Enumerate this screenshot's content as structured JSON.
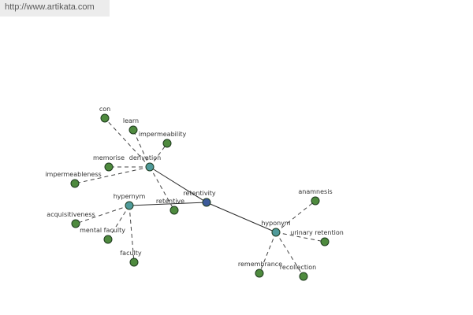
{
  "header": {
    "link_text": "http://www.artikata.com"
  },
  "colors": {
    "center_node": "#3c5a9a",
    "relation_node": "#4f9a9a",
    "term_node": "#4e8a3e",
    "node_stroke": "#1e3a1e",
    "solid_edge": "#2a2a2a",
    "dashed_edge": "#444444",
    "label_text": "#333333"
  },
  "graph": {
    "center": {
      "id": "retentivity",
      "label": "retentivity"
    },
    "relations": [
      {
        "id": "derivation",
        "label": "derivation"
      },
      {
        "id": "hypernym",
        "label": "hypernym"
      },
      {
        "id": "hyponym",
        "label": "hyponym"
      }
    ],
    "terms": [
      {
        "id": "con",
        "label": "con",
        "relation": "derivation"
      },
      {
        "id": "learn",
        "label": "learn",
        "relation": "derivation"
      },
      {
        "id": "impermeability",
        "label": "impermeability",
        "relation": "derivation"
      },
      {
        "id": "memorise",
        "label": "memorise",
        "relation": "derivation"
      },
      {
        "id": "impermeableness",
        "label": "impermeableness",
        "relation": "derivation"
      },
      {
        "id": "retentive",
        "label": "retentive",
        "relation": "derivation"
      },
      {
        "id": "acquisitiveness",
        "label": "acquisitiveness",
        "relation": "hypernym"
      },
      {
        "id": "mental_faculty",
        "label": "mental faculty",
        "relation": "hypernym"
      },
      {
        "id": "faculty",
        "label": "faculty",
        "relation": "hypernym"
      },
      {
        "id": "anamnesis",
        "label": "anamnesis",
        "relation": "hyponym"
      },
      {
        "id": "urinary_retention",
        "label": "urinary retention",
        "relation": "hyponym"
      },
      {
        "id": "remembrance",
        "label": "remembrance",
        "relation": "hyponym"
      },
      {
        "id": "recollection",
        "label": "recollection",
        "relation": "hyponym"
      }
    ]
  }
}
